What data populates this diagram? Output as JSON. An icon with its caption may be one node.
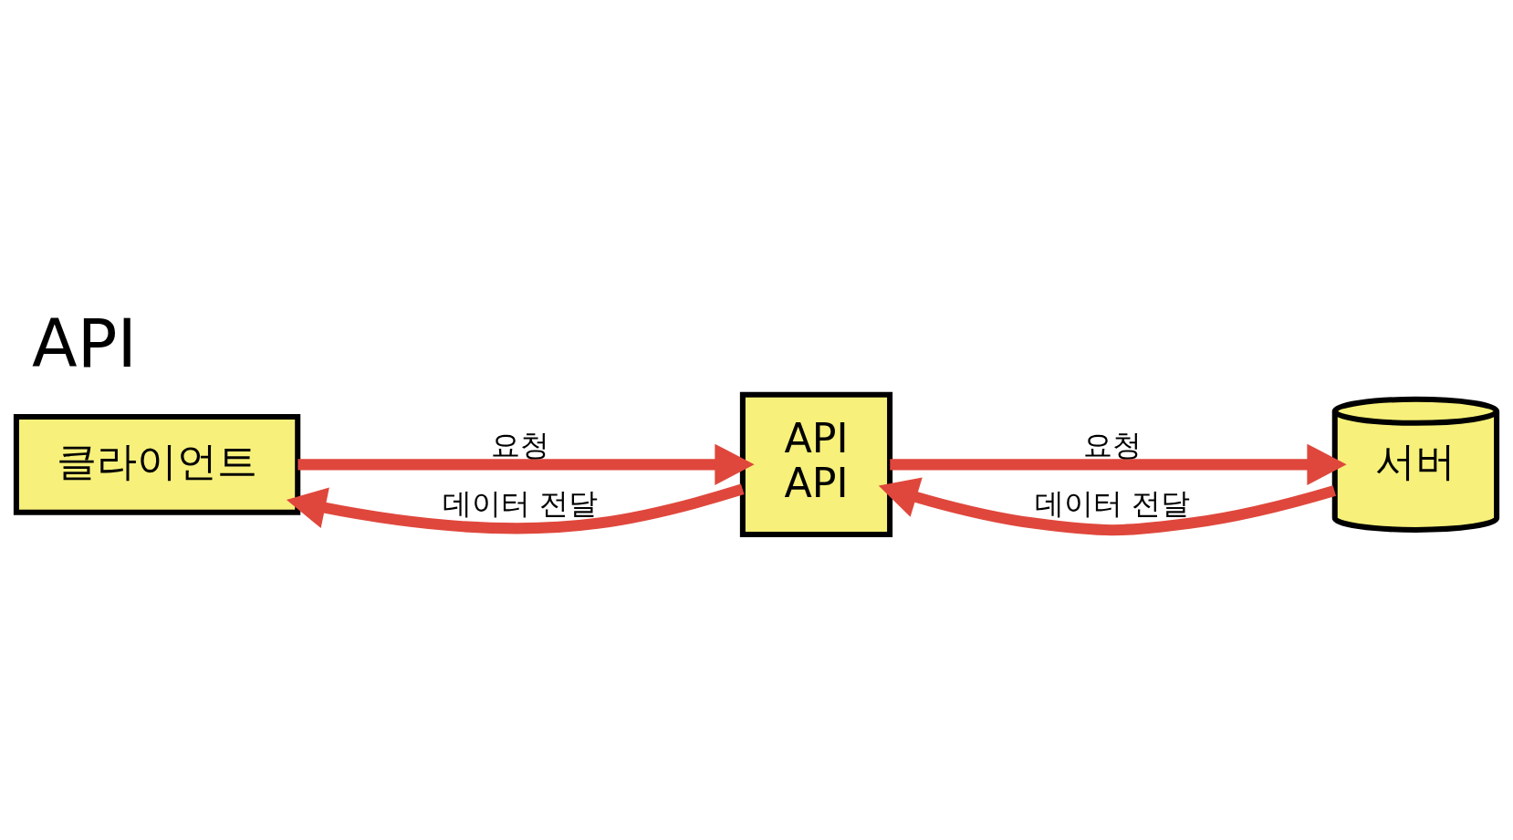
{
  "diagram": {
    "title": "API",
    "nodes": [
      {
        "text": [
          "클라이언트"
        ]
      },
      {
        "text": [
          "API",
          "API"
        ]
      },
      {
        "text": [
          "서버"
        ]
      }
    ],
    "edges": [
      {
        "from": 0,
        "to": 1,
        "label": "요청",
        "arrow": "to"
      },
      {
        "from": 1,
        "to": 0,
        "label": "데이터 전달",
        "arrow": "to"
      },
      {
        "from": 1,
        "to": 2,
        "label": "요청",
        "arrow": "to"
      },
      {
        "from": 2,
        "to": 1,
        "label": "데이터 전달",
        "arrow": "to"
      }
    ]
  }
}
